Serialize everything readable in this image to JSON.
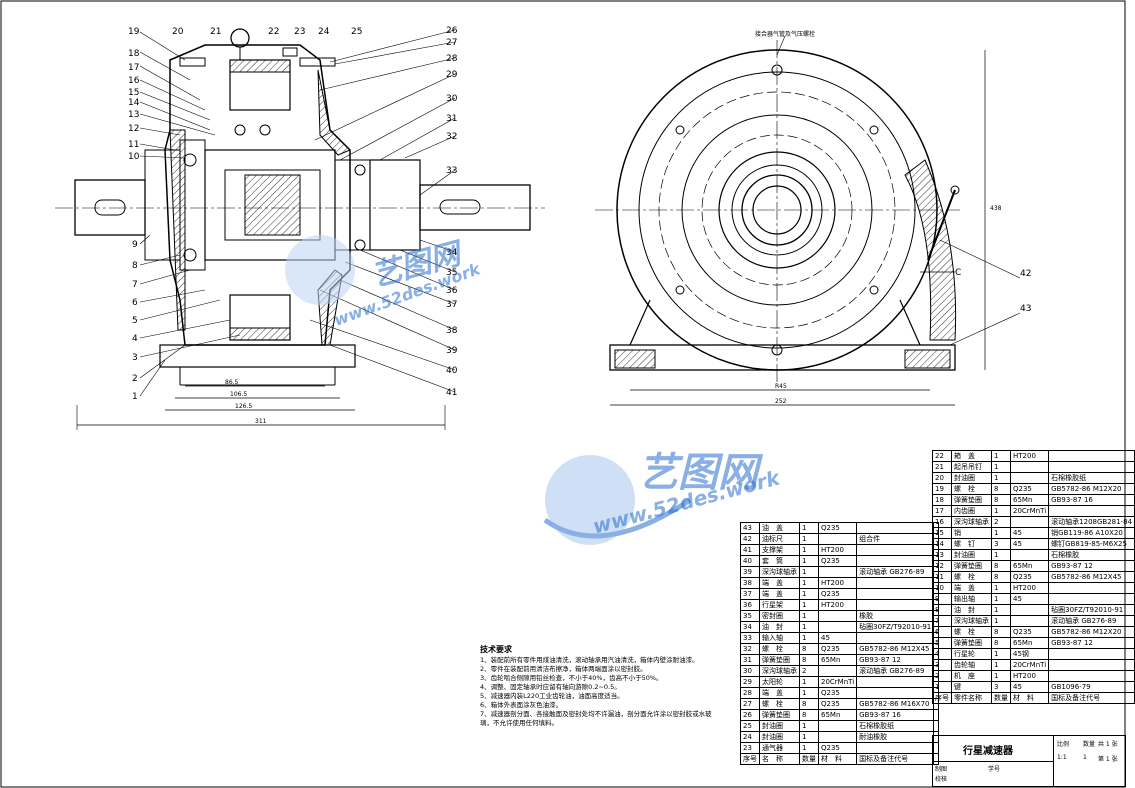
{
  "front_view": {
    "callouts_left": [
      "19",
      "18",
      "17",
      "16",
      "15",
      "14",
      "13",
      "12",
      "11",
      "10",
      "9",
      "8",
      "7",
      "6",
      "5",
      "4",
      "3",
      "2",
      "1"
    ],
    "callouts_top": [
      "20",
      "21",
      "22",
      "23",
      "24",
      "25"
    ],
    "callouts_right": [
      "26",
      "27",
      "28",
      "29",
      "30",
      "31",
      "32",
      "33",
      "34",
      "35",
      "36",
      "37",
      "38",
      "39",
      "40",
      "41"
    ],
    "dims": {
      "d1": "86.5",
      "d2": "106.5",
      "d3": "126.5",
      "overall": "311"
    }
  },
  "side_view": {
    "top_note": "接合器气管及气压螺栓",
    "section_label": "C",
    "callouts": [
      "42",
      "43"
    ],
    "dims": {
      "bottom1": "R45",
      "bottom2": "252",
      "height": "438"
    }
  },
  "watermarks": {
    "brand_text": "艺图网",
    "url_text": "www.52des.work"
  },
  "tech_requirements": {
    "title": "技术要求",
    "items": [
      "1、装配前所有零件用煤油清洗，滚动轴承用汽油清洗，箱体内壁涂耐油漆。",
      "2、零件在装配前用清洁布擦净，箱体两端面涂以密封胶。",
      "3、齿轮啮合侧隙用铅丝检查，不小于40%，齿高不小于50%。",
      "4、调整、固定轴承时应留有轴向游隙0.2~0.5。",
      "5、减速器内装L220工业齿轮油，油面高度适当。",
      "6、箱体外表面涂灰色油漆。",
      "7、减速器剖分面、各接触面及密封处均不许漏油，剖分面允许涂以密封胶或水玻璃，不允许使用任何填料。"
    ]
  },
  "bom_left": [
    [
      "43",
      "油　盖",
      "1",
      "Q235",
      "",
      ""
    ],
    [
      "42",
      "油标尺",
      "1",
      "",
      "组合件",
      ""
    ],
    [
      "41",
      "支撑架",
      "1",
      "HT200",
      "",
      ""
    ],
    [
      "40",
      "套　筒",
      "1",
      "Q235",
      "",
      ""
    ],
    [
      "39",
      "深沟球轴承",
      "1",
      "",
      "滚动轴承 GB276-89",
      ""
    ],
    [
      "38",
      "端　盖",
      "1",
      "HT200",
      "",
      ""
    ],
    [
      "37",
      "端　盖",
      "1",
      "Q235",
      "",
      ""
    ],
    [
      "36",
      "行星架",
      "1",
      "HT200",
      "",
      ""
    ],
    [
      "35",
      "密封圈",
      "1",
      "",
      "橡胶",
      ""
    ],
    [
      "34",
      "油　封",
      "1",
      "",
      "毡圈30FZ/T92010-91",
      ""
    ],
    [
      "33",
      "输入轴",
      "1",
      "45",
      "",
      ""
    ],
    [
      "32",
      "螺　栓",
      "8",
      "Q235",
      "GB5782-86 M12X45",
      ""
    ],
    [
      "31",
      "弹簧垫圈",
      "8",
      "65Mn",
      "GB93-87 12",
      ""
    ],
    [
      "30",
      "深沟球轴承",
      "2",
      "",
      "滚动轴承 GB276-89",
      ""
    ],
    [
      "29",
      "太阳轮",
      "1",
      "20CrMnTi",
      "",
      ""
    ],
    [
      "28",
      "端　盖",
      "1",
      "Q235",
      "",
      ""
    ],
    [
      "27",
      "螺　栓",
      "8",
      "Q235",
      "GB5782-86 M16X70",
      ""
    ],
    [
      "26",
      "弹簧垫圈",
      "8",
      "65Mn",
      "GB93-87 16",
      ""
    ],
    [
      "25",
      "封油圈",
      "1",
      "",
      "石棉橡胶纸",
      ""
    ],
    [
      "24",
      "封油圈",
      "1",
      "",
      "耐油橡胶",
      ""
    ],
    [
      "23",
      "通气器",
      "1",
      "Q235",
      "",
      ""
    ],
    [
      "序号",
      "名　称",
      "数量",
      "材　料",
      "国标及备注代号",
      ""
    ]
  ],
  "bom_right": [
    [
      "22",
      "箱　盖",
      "1",
      "HT200",
      ""
    ],
    [
      "21",
      "起吊吊钉",
      "1",
      "",
      ""
    ],
    [
      "20",
      "封油圈",
      "1",
      "",
      "石棉橡胶纸"
    ],
    [
      "19",
      "螺　栓",
      "8",
      "Q235",
      "GB5782-86 M12X20"
    ],
    [
      "18",
      "弹簧垫圈",
      "8",
      "65Mn",
      "GB93-87 16"
    ],
    [
      "17",
      "内齿圈",
      "1",
      "20CrMnTi",
      ""
    ],
    [
      "16",
      "深沟球轴承",
      "2",
      "",
      "滚动轴承1208GB281-84"
    ],
    [
      "15",
      "销",
      "1",
      "45",
      "销GB119-86 A10X20"
    ],
    [
      "14",
      "螺　钉",
      "3",
      "45",
      "螺钉GB819-85-M6X25"
    ],
    [
      "13",
      "封油圈",
      "1",
      "",
      "石棉橡胶"
    ],
    [
      "12",
      "弹簧垫圈",
      "8",
      "65Mn",
      "GB93-87 12"
    ],
    [
      "11",
      "螺　栓",
      "8",
      "Q235",
      "GB5782-86 M12X45"
    ],
    [
      "10",
      "端　盖",
      "1",
      "HT200",
      ""
    ],
    [
      "9",
      "输出轴",
      "1",
      "45",
      ""
    ],
    [
      "8",
      "油　封",
      "1",
      "",
      "毡圈30FZ/T92010-91"
    ],
    [
      "7",
      "深沟球轴承",
      "1",
      "",
      "滚动轴承 GB276-89"
    ],
    [
      "6",
      "螺　栓",
      "8",
      "Q235",
      "GB5782-86 M12X20"
    ],
    [
      "5",
      "弹簧垫圈",
      "8",
      "65Mn",
      "GB93-87 12"
    ],
    [
      "4",
      "行星轮",
      "1",
      "45钢",
      ""
    ],
    [
      "3",
      "齿轮轴",
      "1",
      "20CrMnTi",
      ""
    ],
    [
      "2",
      "机　座",
      "1",
      "HT200",
      ""
    ],
    [
      "1",
      "键",
      "3",
      "45",
      "GB1096-79"
    ],
    [
      "序号",
      "零件名称",
      "数量",
      "材　料",
      "国标及备注代号"
    ]
  ],
  "title_block": {
    "title": "行星减速器",
    "labels": {
      "scale": "比例",
      "qty": "数量",
      "sheet_a": "共 1 张",
      "sheet_b": "第 1 张",
      "drawn": "制图",
      "checked": "校核",
      "date": "日期",
      "no": "学号",
      "ratio": "1:1",
      "num": "1"
    }
  }
}
